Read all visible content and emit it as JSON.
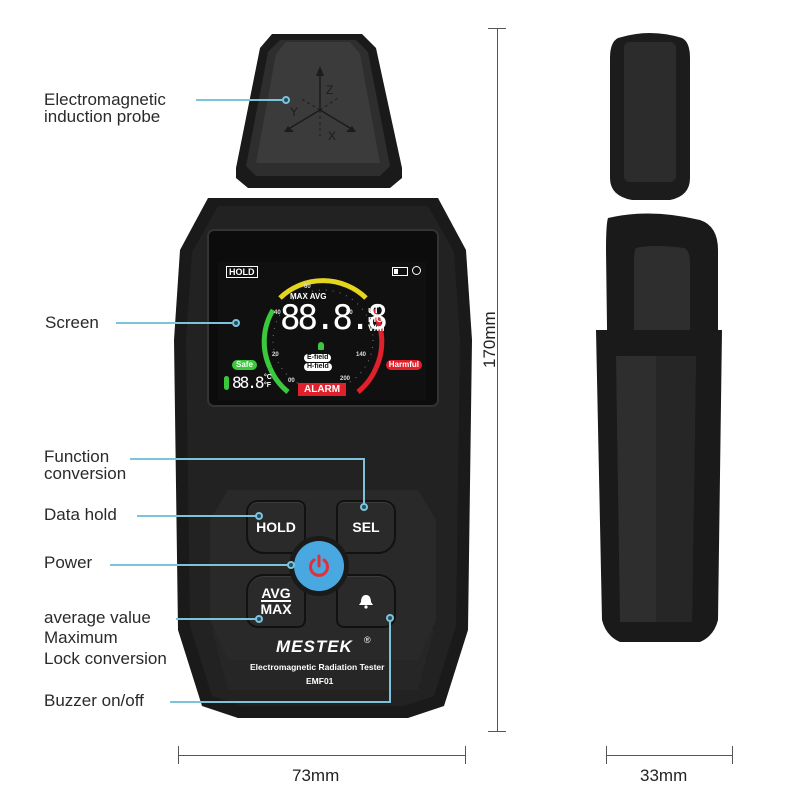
{
  "callouts": {
    "probe": {
      "line1": "Electromagnetic",
      "line2": "induction probe"
    },
    "screen": "Screen",
    "function": {
      "line1": "Function",
      "line2": "conversion"
    },
    "hold": "Data hold",
    "power": "Power",
    "avgmax": {
      "line1": "average value",
      "line2": "Maximum",
      "line3": "Lock conversion"
    },
    "buzzer": "Buzzer on/off"
  },
  "dimensions": {
    "height": "170mm",
    "width": "73mm",
    "depth": "33mm"
  },
  "probe": {
    "axes": {
      "x": "X",
      "y": "Y",
      "z": "Z"
    }
  },
  "display": {
    "hold_badge": "HOLD",
    "mode": "MAX AVG",
    "reading": "88.8.8",
    "units": [
      "uT",
      "mG",
      "V/m"
    ],
    "scale_labels": [
      "00",
      "20",
      "40",
      "60",
      "80",
      "140",
      "200"
    ],
    "safe_badge": "Safe",
    "harmful_badge": "Harmful",
    "efield": "E-field",
    "hfield": "H-field",
    "alarm": "ALARM",
    "temperature": "88.8",
    "temp_units": {
      "c": "°C",
      "f": "°F"
    },
    "colors": {
      "safe": "#3cc83c",
      "warn": "#e6d51e",
      "harmful": "#e0202a",
      "background": "#101010"
    }
  },
  "buttons": {
    "hold": "HOLD",
    "sel": "SEL",
    "avg": "AVG",
    "max": "MAX",
    "power_color": "#4aa8e0",
    "power_icon_color": "#e0303a"
  },
  "branding": {
    "brand": "MESTEK",
    "registered": "®",
    "product": "Electromagnetic Radiation Tester",
    "model": "EMF01"
  }
}
